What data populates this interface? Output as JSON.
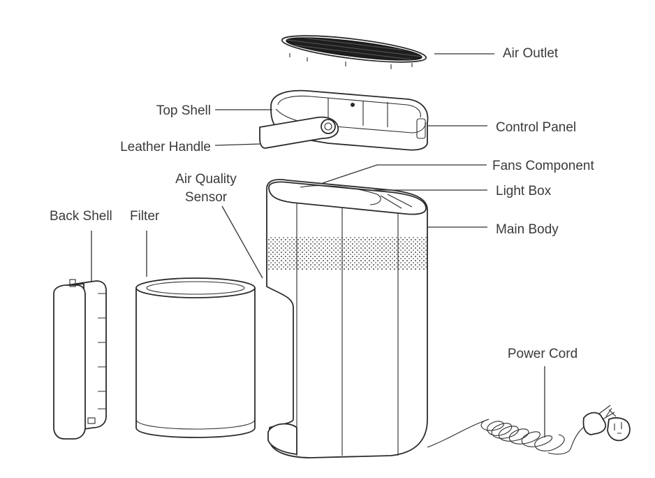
{
  "labels": {
    "air_outlet": "Air Outlet",
    "top_shell": "Top Shell",
    "control_panel": "Control Panel",
    "leather_handle": "Leather Handle",
    "fans_component": "Fans Component",
    "air_quality_sensor_line1": "Air Quality",
    "air_quality_sensor_line2": "Sensor",
    "light_box": "Light Box",
    "back_shell": "Back Shell",
    "filter": "Filter",
    "main_body": "Main Body",
    "power_cord": "Power Cord"
  },
  "colors": {
    "line": "#2b2b2b",
    "text": "#3a3a3a",
    "background": "#ffffff"
  }
}
